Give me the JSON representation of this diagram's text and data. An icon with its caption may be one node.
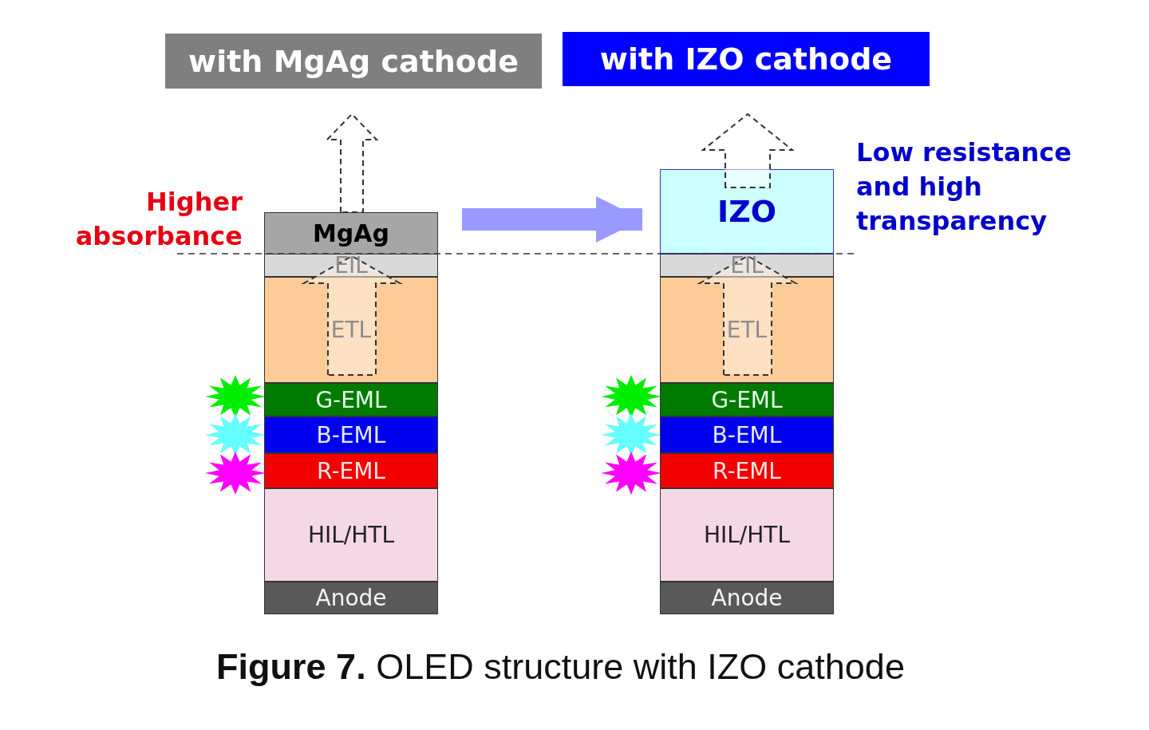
{
  "diagram": {
    "caption": "**Figure 7.** OLED structure with IZO cathode",
    "nodes": [
      {
        "text": [
          "with MgAg cathode"
        ]
      },
      {
        "text": [
          "with IZO cathode"
        ]
      },
      {
        "text": [
          "MgAg"
        ]
      },
      {
        "text": [
          "EIL"
        ]
      },
      {
        "text": [
          "ETL"
        ]
      },
      {
        "text": [
          "G-EML"
        ]
      },
      {
        "text": [
          "B-EML"
        ]
      },
      {
        "text": [
          "R-EML"
        ]
      },
      {
        "text": [
          "HIL/HTL"
        ]
      },
      {
        "text": [
          "Anode"
        ]
      },
      {
        "text": [
          "IZO"
        ]
      },
      {
        "text": [
          "EIL"
        ]
      },
      {
        "text": [
          "ETL"
        ]
      },
      {
        "text": [
          "G-EML"
        ]
      },
      {
        "text": [
          "B-EML"
        ]
      },
      {
        "text": [
          "R-EML"
        ]
      },
      {
        "text": [
          "HIL/HTL"
        ]
      },
      {
        "text": [
          "Anode"
        ]
      }
    ],
    "edges": [
      {
        "from": 2,
        "to": 10,
        "arrow": "to",
        "color": "#9999ff"
      },
      {
        "from": 2,
        "to": 0,
        "arrow": "to",
        "style": "dashed"
      },
      {
        "from": 4,
        "to": 3,
        "arrow": "to",
        "style": "dashed"
      },
      {
        "from": 10,
        "to": 1,
        "arrow": "to",
        "style": "dashed"
      },
      {
        "from": 12,
        "to": 11,
        "arrow": "to",
        "style": "dashed"
      }
    ],
    "labels": [
      "Higher absorbance",
      "Low resistance and high transparency"
    ]
  }
}
